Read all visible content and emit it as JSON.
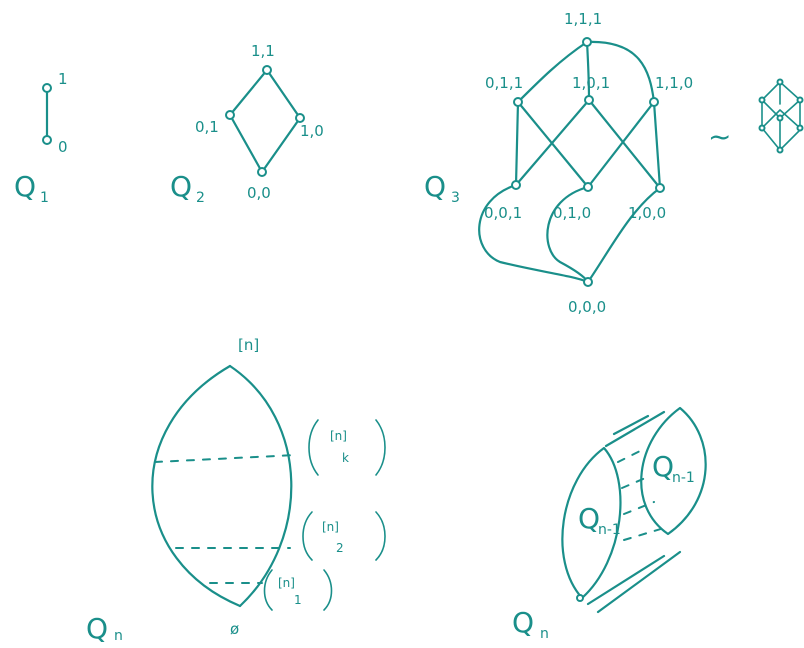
{
  "q1": {
    "name": "Q",
    "sub": "1",
    "top": "1",
    "bottom": "0"
  },
  "q2": {
    "name": "Q",
    "sub": "2",
    "top": "1,1",
    "left": "0,1",
    "right": "1,0",
    "bottom": "0,0"
  },
  "q3": {
    "name": "Q",
    "sub": "3",
    "top": "1,1,1",
    "mid_upper": [
      "0,1,1",
      "1,0,1",
      "1,1,0"
    ],
    "mid_lower": [
      "0,0,1",
      "0,1,0",
      "1,0,0"
    ],
    "bottom": "0,0,0",
    "similar_symbol": "~"
  },
  "qn_lens": {
    "name": "Q",
    "sub": "n",
    "top": "[n]",
    "levels": [
      {
        "top": "[n]",
        "bottom": "k"
      },
      {
        "top": "[n]",
        "bottom": "2"
      },
      {
        "top": "[n]",
        "bottom": "1"
      }
    ],
    "bottom": "ø"
  },
  "qn_recursive": {
    "name": "Q",
    "sub": "n",
    "left_inner": "Q",
    "left_inner_sub": "n-1",
    "right_inner": "Q",
    "right_inner_sub": "n-1"
  }
}
